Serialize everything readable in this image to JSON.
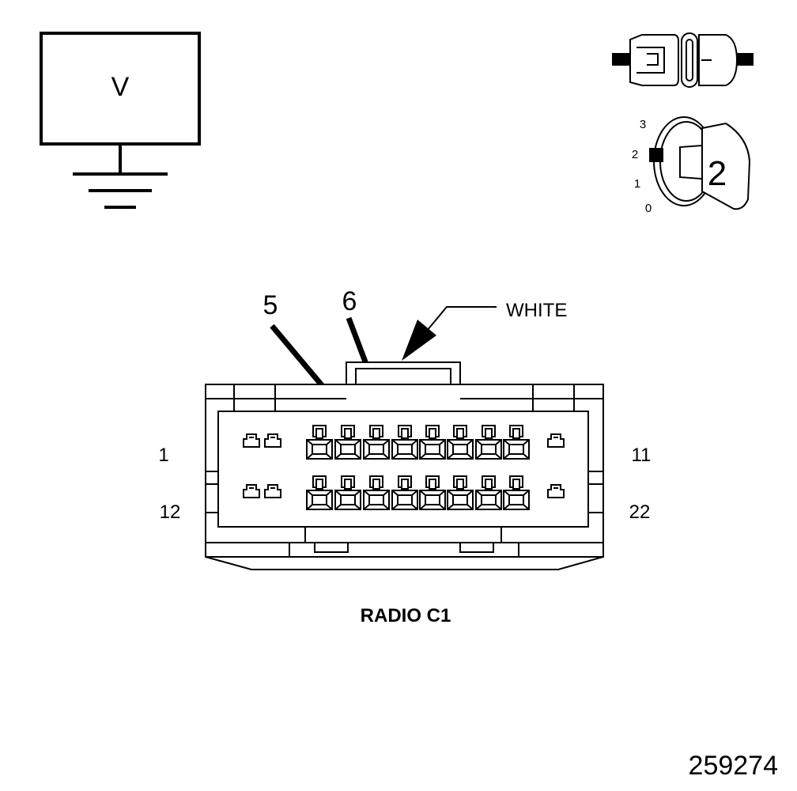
{
  "voltmeter": {
    "symbol": "V"
  },
  "ignition": {
    "positions": [
      "3",
      "2",
      "1",
      "0"
    ],
    "key_position": "2"
  },
  "connector": {
    "name": "RADIO C1",
    "color_label": "WHITE",
    "callouts": [
      "5",
      "6"
    ],
    "pin_labels": {
      "top_left": "1",
      "top_right": "11",
      "bottom_left": "12",
      "bottom_right": "22"
    }
  },
  "figure_number": "259274"
}
